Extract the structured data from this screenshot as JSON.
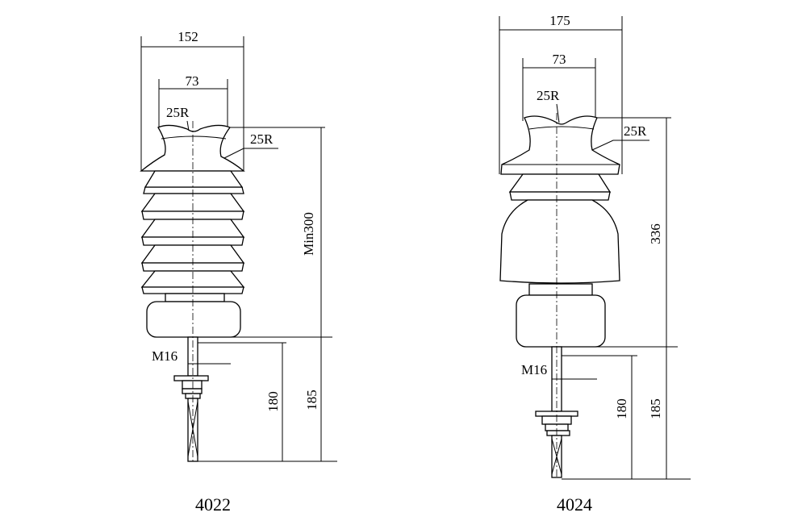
{
  "drawings": [
    {
      "model": "4022",
      "width_overall": "152",
      "width_top": "73",
      "radius_top": "25R",
      "radius_side": "25R",
      "min_height": "Min300",
      "thread": "M16",
      "stud_length_1": "180",
      "stud_length_2": "185"
    },
    {
      "model": "4024",
      "width_overall": "175",
      "width_top": "73",
      "radius_top": "25R",
      "radius_side": "25R",
      "height": "336",
      "thread": "M16",
      "stud_length_1": "180",
      "stud_length_2": "185"
    }
  ]
}
